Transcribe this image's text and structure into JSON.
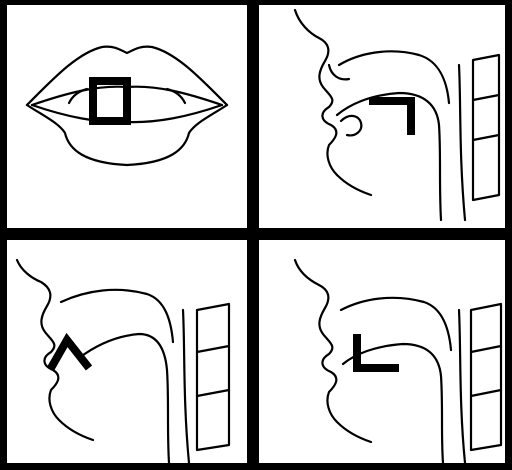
{
  "panels": [
    {
      "id": "lips-front-view",
      "symbol": "square-symbol"
    },
    {
      "id": "tongue-back-raised",
      "symbol": "corner-top-right-symbol"
    },
    {
      "id": "tongue-tip-raised",
      "symbol": "caret-symbol"
    },
    {
      "id": "tongue-flat-low",
      "symbol": "corner-bottom-left-symbol"
    }
  ],
  "colors": {
    "background": "#000000",
    "panel": "#ffffff",
    "ink": "#000000"
  }
}
